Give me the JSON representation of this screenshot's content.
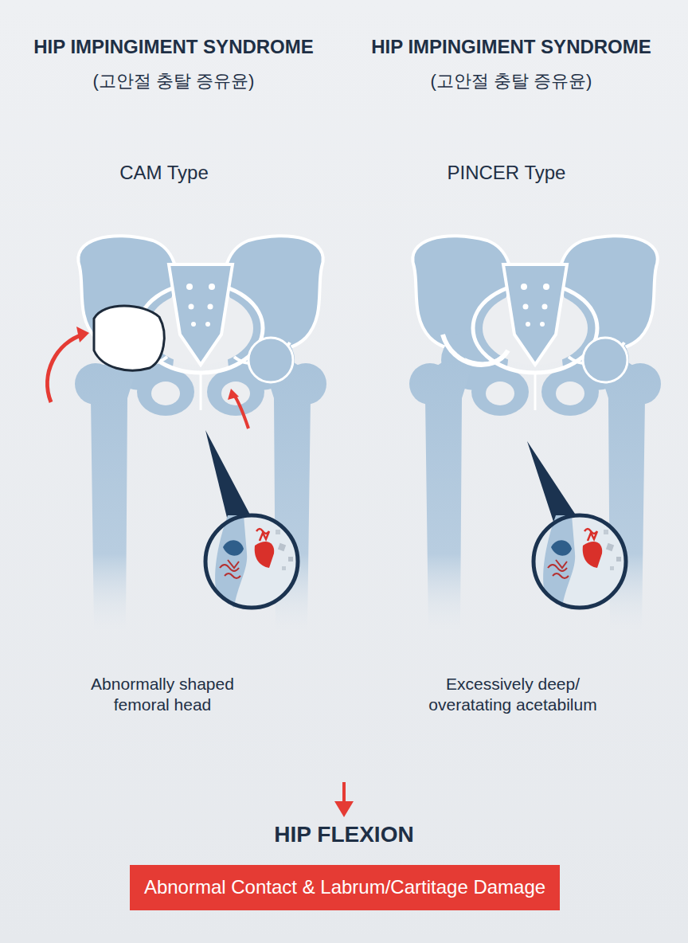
{
  "diagram": {
    "nodes": [
      {
        "text": [
          "Abnormal Contact & Labrum/Cartitage Damage"
        ]
      }
    ],
    "labels": [
      "HIP IMPINGIMENT SYNDROME",
      "(고안절 충탈 증유윤)",
      "HIP IMPINGIMENT SYNDROME",
      "(고안절 충탈 증유윤)",
      "CAM Type",
      "PINCER Type",
      "Abnormally shaped femoral head",
      "Excessively deep/ overatating acetabilum",
      "HIP FLEXION"
    ]
  }
}
